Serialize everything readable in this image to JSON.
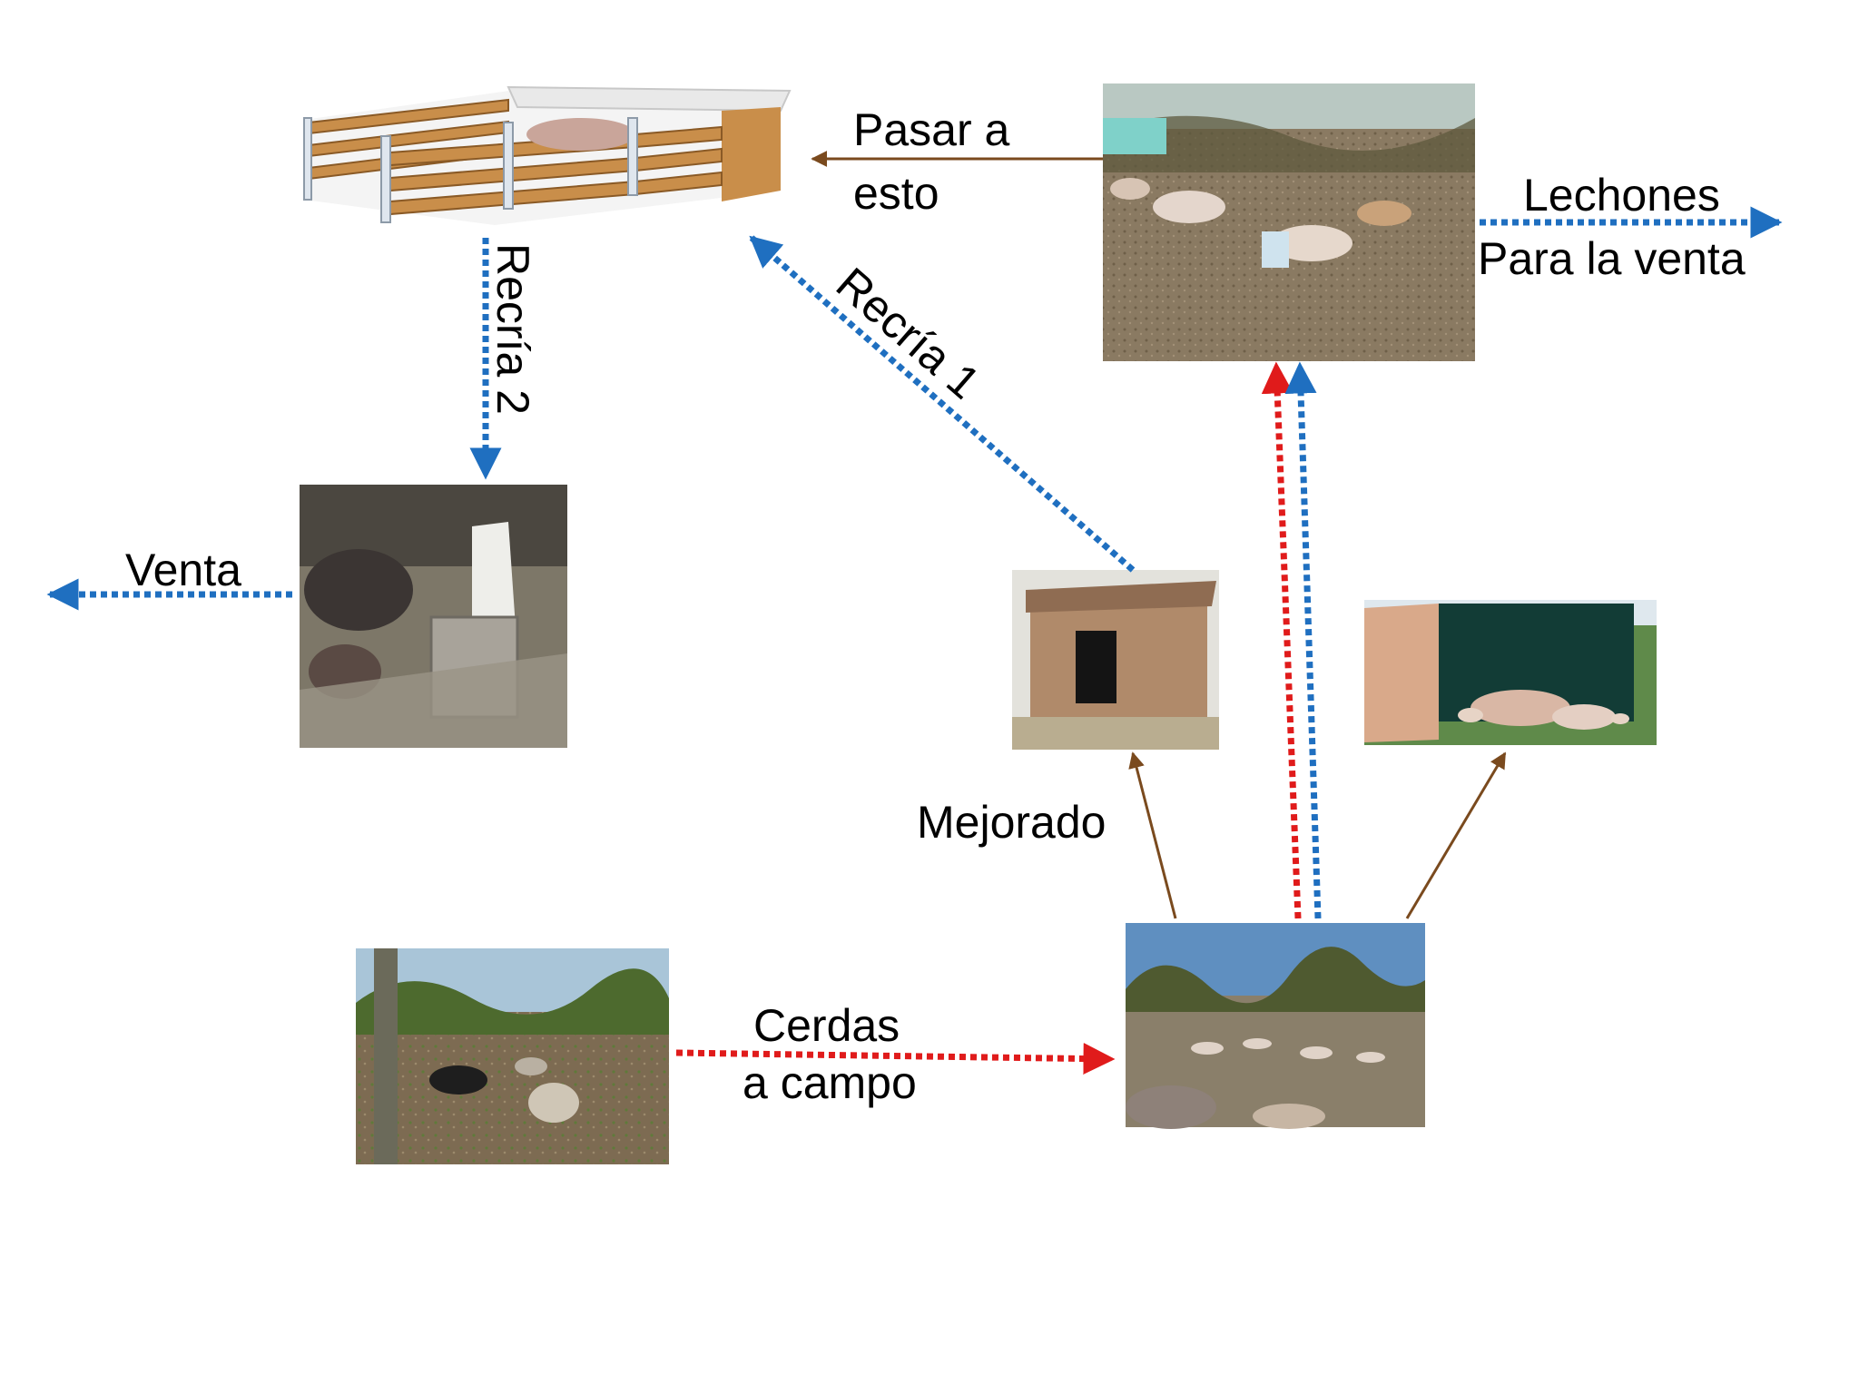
{
  "labels": {
    "pasar_line1": "Pasar a",
    "pasar_line2": "esto",
    "lechones_line1": "Lechones",
    "lechones_line2": "Para la venta",
    "recria2": "Recría 2",
    "recria1": "Recría 1",
    "venta": "Venta",
    "mejorado": "Mejorado",
    "cerdas_line1": "Cerdas",
    "cerdas_line2": "a campo"
  },
  "colors": {
    "brown_arrow": "#7a4a1e",
    "blue_dotted": "#1f6fc0",
    "red_dotted": "#e01b1b"
  }
}
